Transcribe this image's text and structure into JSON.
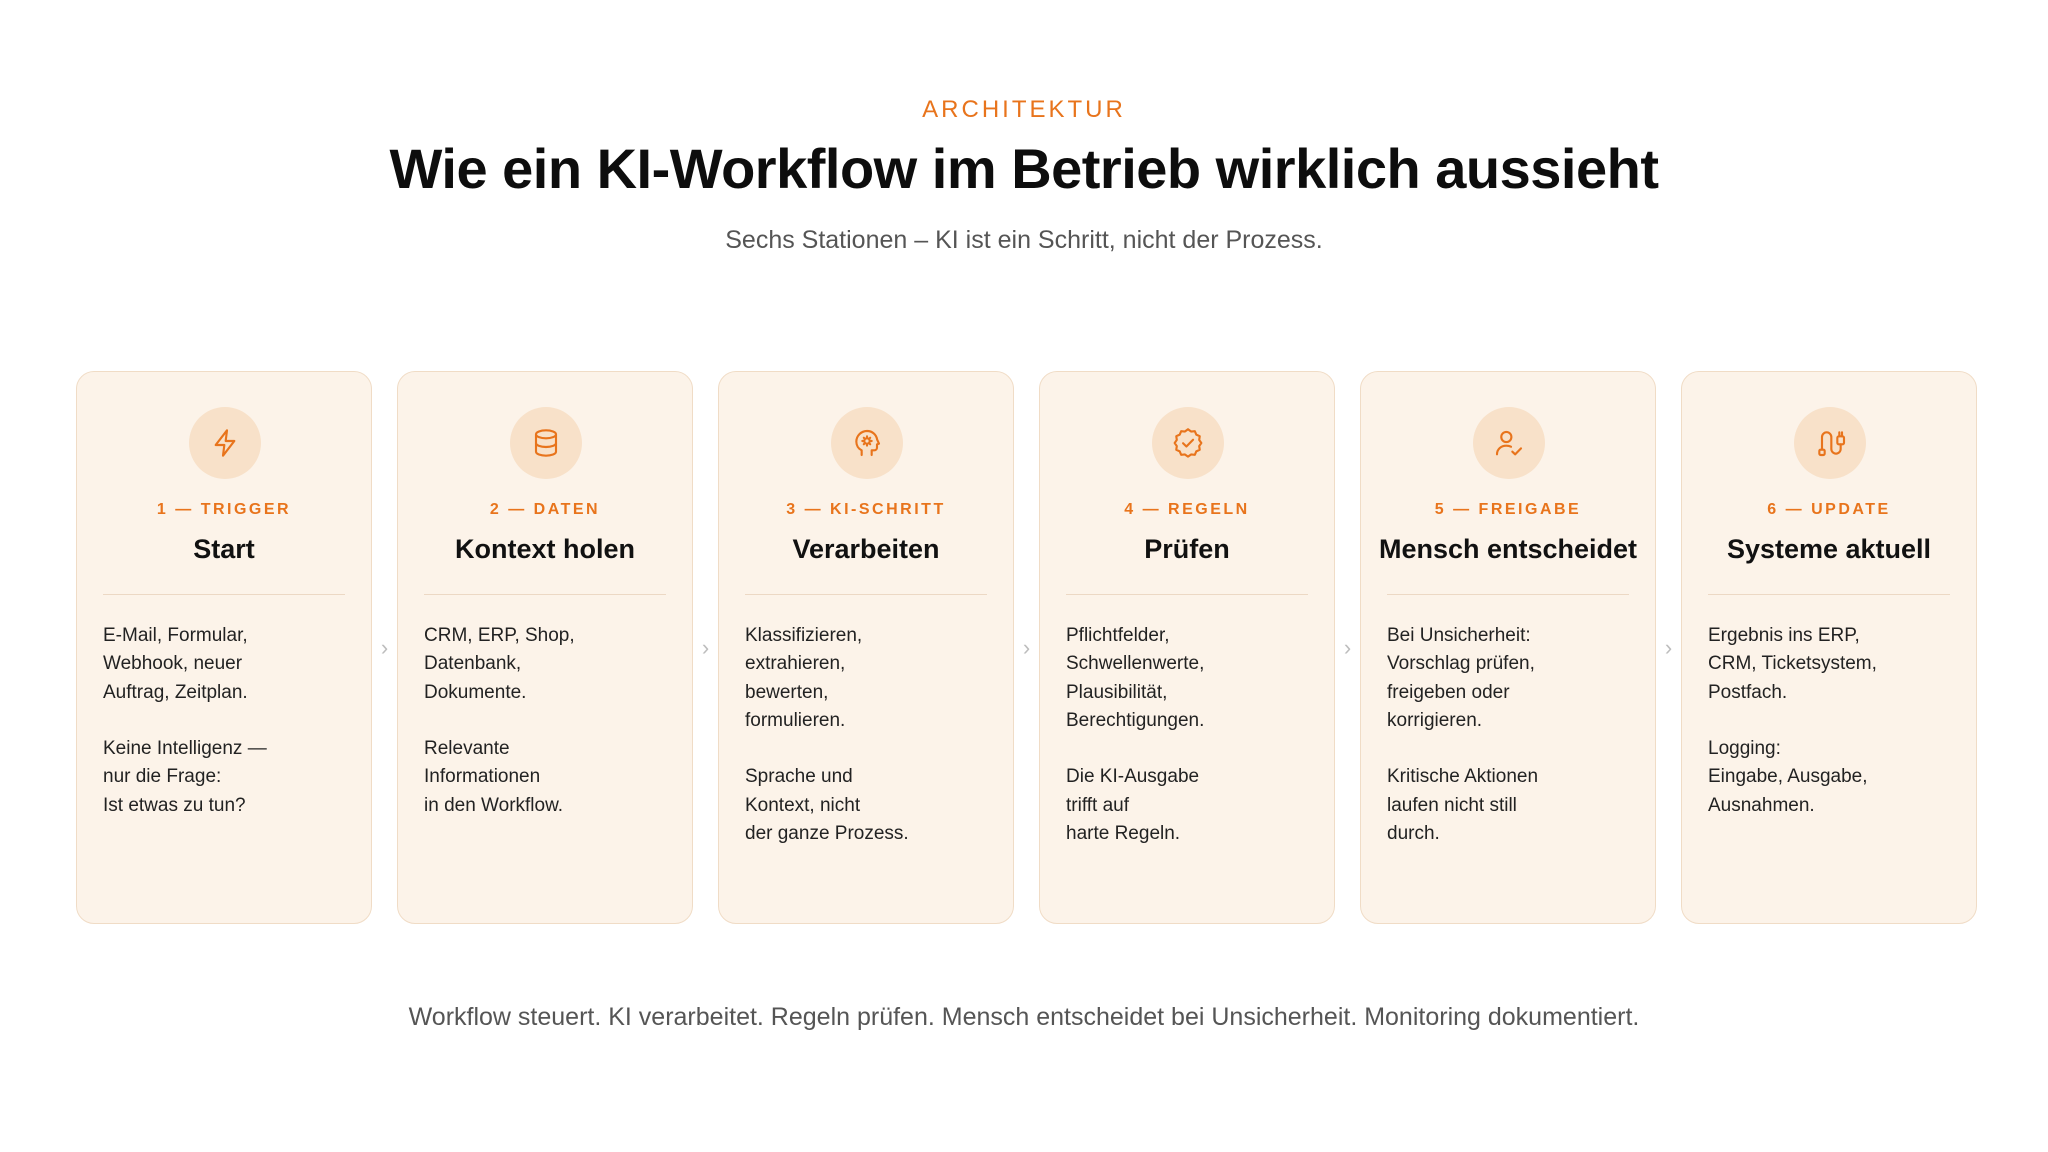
{
  "header": {
    "eyebrow": "ARCHITEKTUR",
    "title": "Wie ein KI-Workflow im Betrieb wirklich aussieht",
    "subtitle": "Sechs Stationen – KI ist ein Schritt, nicht der Prozess."
  },
  "accent_color": "#e8741c",
  "card_background": "#fcf3e9",
  "chevron_glyph": "›",
  "cards": [
    {
      "icon": "lightning-icon",
      "step": "1 — TRIGGER",
      "title": "Start",
      "body": "E-Mail, Formular,\nWebhook, neuer\nAuftrag, Zeitplan.\n\nKeine Intelligenz —\nnur die Frage:\nIst etwas zu tun?"
    },
    {
      "icon": "database-icon",
      "step": "2 — DATEN",
      "title": "Kontext holen",
      "body": "CRM, ERP, Shop,\nDatenbank,\nDokumente.\n\nRelevante\nInformationen\nin den Workflow."
    },
    {
      "icon": "brain-gear-icon",
      "step": "3 — KI-SCHRITT",
      "title": "Verarbeiten",
      "body": "Klassifizieren,\nextrahieren,\nbewerten,\nformulieren.\n\nSprache und\nKontext, nicht\nder ganze Prozess."
    },
    {
      "icon": "badge-check-icon",
      "step": "4 — REGELN",
      "title": "Prüfen",
      "body": "Pflichtfelder,\nSchwellenwerte,\nPlausibilität,\nBerechtigungen.\n\nDie KI-Ausgabe\ntrifft auf\nharte Regeln."
    },
    {
      "icon": "user-check-icon",
      "step": "5 — FREIGABE",
      "title": "Mensch entscheidet",
      "body": "Bei Unsicherheit:\nVorschlag prüfen,\nfreigeben oder\nkorrigieren.\n\nKritische Aktionen\nlaufen nicht still\ndurch."
    },
    {
      "icon": "plug-sync-icon",
      "step": "6 — UPDATE",
      "title": "Systeme aktuell",
      "body": "Ergebnis ins ERP,\nCRM, Ticketsystem,\nPostfach.\n\nLogging:\nEingabe, Ausgabe,\nAusnahmen."
    }
  ],
  "footer": "Workflow steuert. KI verarbeitet. Regeln prüfen. Mensch entscheidet bei Unsicherheit. Monitoring dokumentiert."
}
